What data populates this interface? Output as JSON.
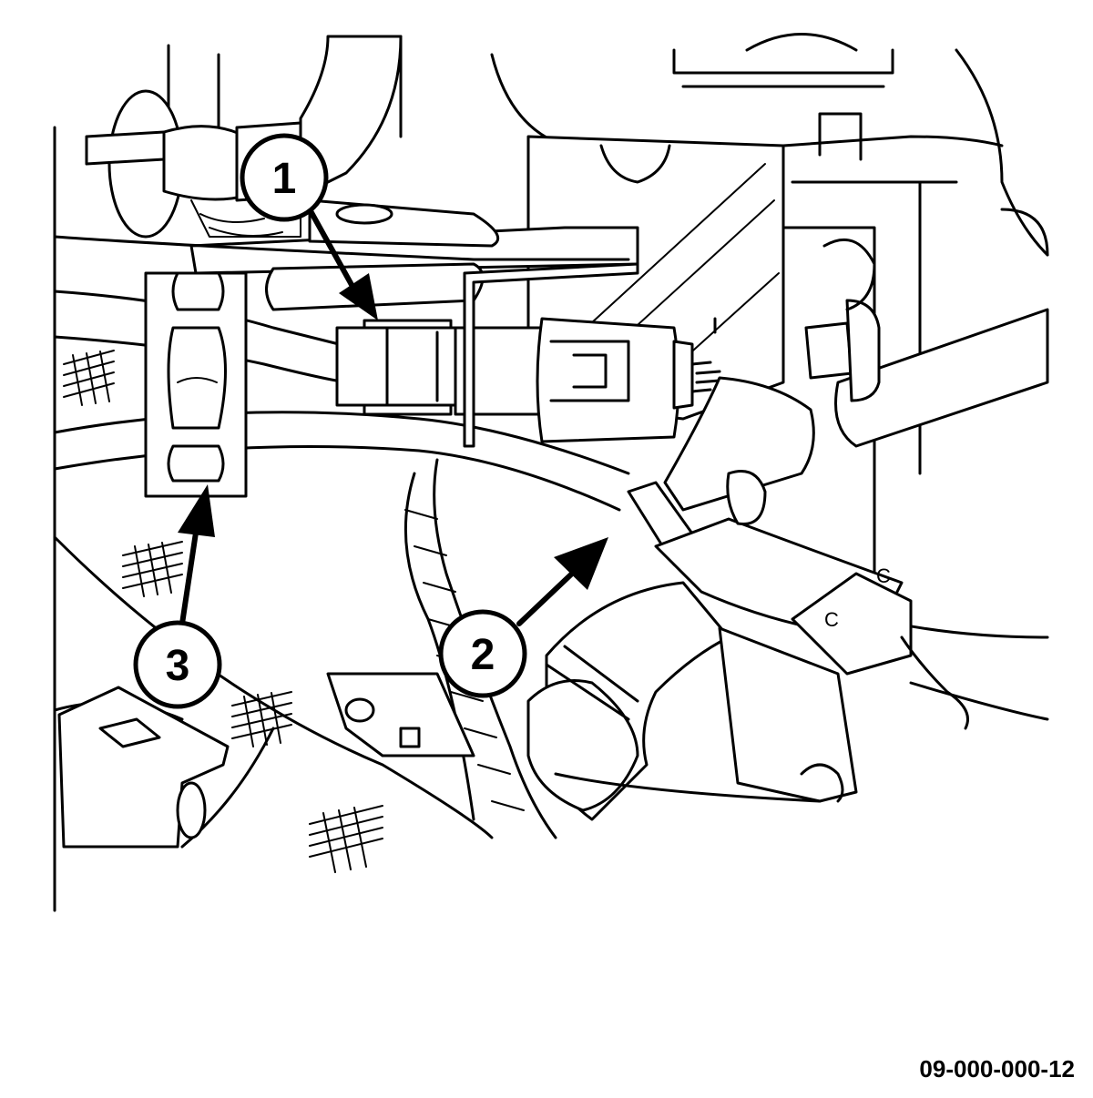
{
  "figure_id": "09-000-000-12",
  "callouts": [
    {
      "number": "1"
    },
    {
      "number": "2"
    },
    {
      "number": "3"
    }
  ],
  "connector_marks": [
    "C",
    "C"
  ],
  "colors": {
    "ink": "#000000",
    "paper": "#ffffff"
  }
}
